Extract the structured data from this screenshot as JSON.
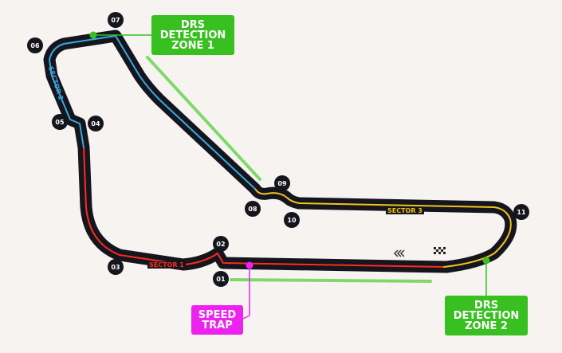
{
  "drs_zone_1": {
    "lines": [
      "DRS",
      "DETECTION",
      "ZONE 1"
    ]
  },
  "drs_zone_2": {
    "lines": [
      "DRS",
      "DETECTION",
      "ZONE 2"
    ]
  },
  "speed_trap": {
    "lines": [
      "SPEED",
      "TRAP"
    ]
  },
  "sectors": {
    "s1": "SECTOR 1",
    "s2": "SECTOR 2",
    "s3": "SECTOR 3"
  },
  "turns": [
    "01",
    "02",
    "03",
    "04",
    "05",
    "06",
    "07",
    "08",
    "09",
    "10",
    "11"
  ],
  "colors": {
    "track": "#15151e",
    "sector1": "#ff2a1f",
    "sector2": "#3aa8e0",
    "sector3": "#f0c419",
    "drs": "#37c01f",
    "speed_trap": "#ee22ee"
  },
  "icons": {
    "direction": "chevrons-left-icon",
    "finish": "checkered-flag-icon"
  }
}
